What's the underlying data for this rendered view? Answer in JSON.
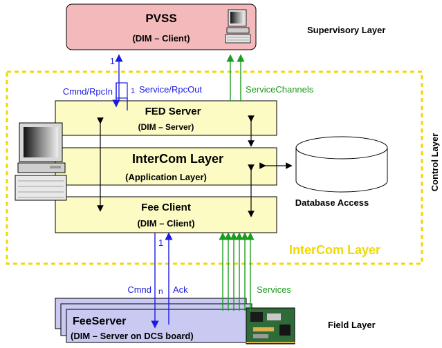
{
  "pvss": {
    "title": "PVSS",
    "subtitle": "(DIM – Client)"
  },
  "layers": {
    "supervisory": "Supervisory Layer",
    "control": "Control Layer",
    "field": "Field Layer",
    "intercom_region": "InterCom Layer"
  },
  "boxes": {
    "fed_server": {
      "title": "FED Server",
      "subtitle": "(DIM – Server)"
    },
    "intercom": {
      "title": "InterCom Layer",
      "subtitle": "(Application Layer)"
    },
    "fee_client": {
      "title": "Fee Client",
      "subtitle": "(DIM – Client)"
    },
    "fee_server": {
      "title": "FeeServer",
      "subtitle": "(DIM – Server on DCS board)"
    }
  },
  "database": {
    "label": "Database Access"
  },
  "arrow_labels": {
    "cmnd_rpcin": "Cmnd/RpcIn",
    "service_rpcout": "Service/RpcOut",
    "service_channels": "ServiceChannels",
    "cmnd": "Cmnd",
    "ack": "Ack",
    "services": "Services",
    "one_top": "1",
    "one_mid": "1",
    "one_low": "1",
    "n_low": "n"
  },
  "colors": {
    "pvss_fill": "#f4b9bb",
    "box_fill": "#fbfbc3",
    "field_fill": "#c9c9f2",
    "intercom_border": "#f2d800",
    "blue": "#1c1ce0",
    "green": "#1c9c1c",
    "black": "#000000"
  },
  "icons": [
    "computer-icon",
    "workstation-icon",
    "database-cylinder-icon",
    "dcs-board-icon"
  ]
}
